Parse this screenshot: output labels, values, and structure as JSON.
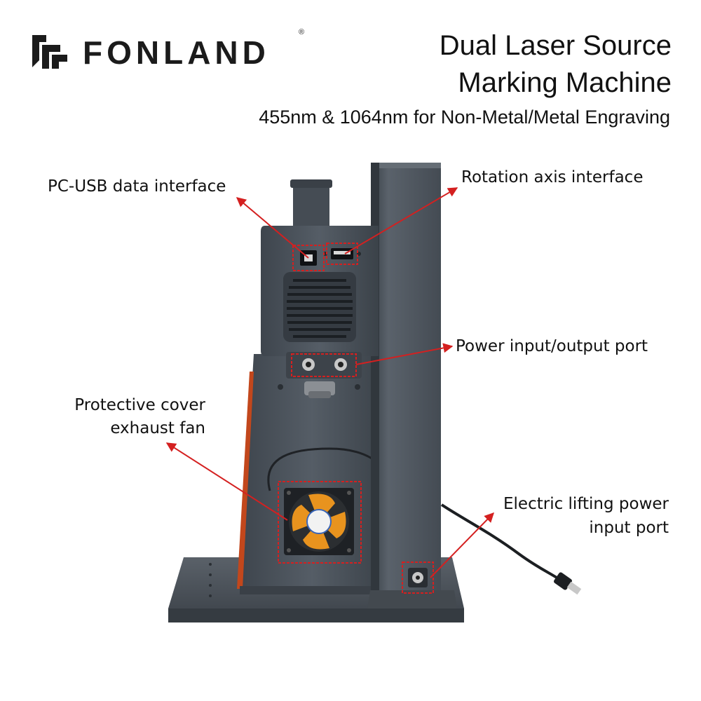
{
  "brand": {
    "name": "FONLAND",
    "registered_mark": "®"
  },
  "header": {
    "title_line1": "Dual Laser Source",
    "title_line2": "Marking Machine",
    "subtitle": "455nm & 1064nm for Non-Metal/Metal Engraving"
  },
  "callouts": {
    "pc_usb": "PC-USB data interface",
    "rotation_axis": "Rotation axis interface",
    "power_io": "Power input/output port",
    "protective_fan_line1": "Protective cover",
    "protective_fan_line2": "exhaust fan",
    "lifting_power_line1": "Electric lifting power",
    "lifting_power_line2": "input port"
  },
  "colors": {
    "machine_body": "#4a5159",
    "callout_red": "#d42020",
    "accent_orange": "#c2471c",
    "fan_orange": "#e8931e"
  }
}
